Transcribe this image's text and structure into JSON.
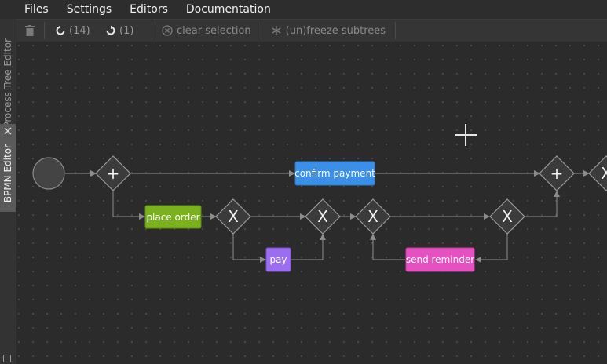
{
  "menu": {
    "items": [
      "Files",
      "Settings",
      "Editors",
      "Documentation"
    ]
  },
  "toolbar": {
    "undo_count": "(14)",
    "redo_count": "(1)",
    "clear_selection": "clear selection",
    "freeze_subtrees": "(un)freeze subtrees"
  },
  "sidebar": {
    "process_tree_tab": "Process Tree Editor",
    "bpmn_tab": "BPMN Editor"
  },
  "diagram": {
    "tasks": {
      "confirm_payment": {
        "label": "confirm payment",
        "color": "#3c8fe6"
      },
      "place_order": {
        "label": "place order",
        "color": "#79b21c"
      },
      "pay": {
        "label": "pay",
        "color": "#9b6df0"
      },
      "send_reminder": {
        "label": "send reminder",
        "color": "#e552c0"
      }
    },
    "gateways": {
      "parallel_split": "+",
      "xor_split_1": "X",
      "xor_join_1": "X",
      "xor_split_2": "X",
      "xor_join_2": "X",
      "parallel_join": "+",
      "xor_edge": "X"
    }
  },
  "colors": {
    "background": "#2b2b2b",
    "canvas_dot": "#555555",
    "edge": "#8c8c8c",
    "gateway_fill": "#3b3b3b",
    "gateway_stroke": "#9a9a9a"
  }
}
